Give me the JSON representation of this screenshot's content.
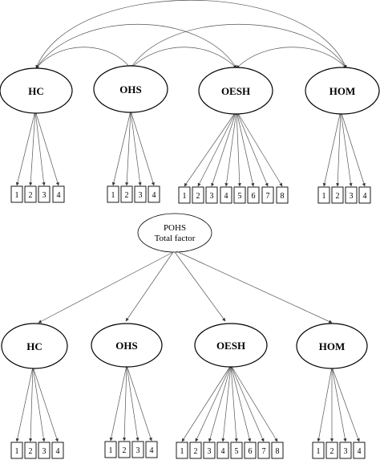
{
  "top_model": {
    "factors": [
      {
        "id": "hc",
        "label": "HC",
        "items": [
          "1",
          "2",
          "3",
          "4"
        ]
      },
      {
        "id": "ohs",
        "label": "OHS",
        "items": [
          "1",
          "2",
          "3",
          "4"
        ]
      },
      {
        "id": "oesh",
        "label": "OESH",
        "items": [
          "1",
          "2",
          "3",
          "4",
          "5",
          "6",
          "7",
          "8"
        ]
      },
      {
        "id": "hom",
        "label": "HOM",
        "items": [
          "1",
          "2",
          "3",
          "4"
        ]
      }
    ],
    "correlations": [
      [
        "hc",
        "ohs"
      ],
      [
        "hc",
        "oesh"
      ],
      [
        "hc",
        "hom"
      ],
      [
        "ohs",
        "oesh"
      ],
      [
        "ohs",
        "hom"
      ],
      [
        "oesh",
        "hom"
      ]
    ]
  },
  "bottom_model": {
    "total_factor": {
      "line1": "POHS",
      "line2": "Total factor"
    },
    "factors": [
      {
        "id": "hc",
        "label": "HC",
        "items": [
          "1",
          "2",
          "3",
          "4"
        ]
      },
      {
        "id": "ohs",
        "label": "OHS",
        "items": [
          "1",
          "2",
          "3",
          "4"
        ]
      },
      {
        "id": "oesh",
        "label": "OESH",
        "items": [
          "1",
          "2",
          "3",
          "4",
          "5",
          "6",
          "7",
          "8"
        ]
      },
      {
        "id": "hom",
        "label": "HOM",
        "items": [
          "1",
          "2",
          "3",
          "4"
        ]
      }
    ]
  }
}
